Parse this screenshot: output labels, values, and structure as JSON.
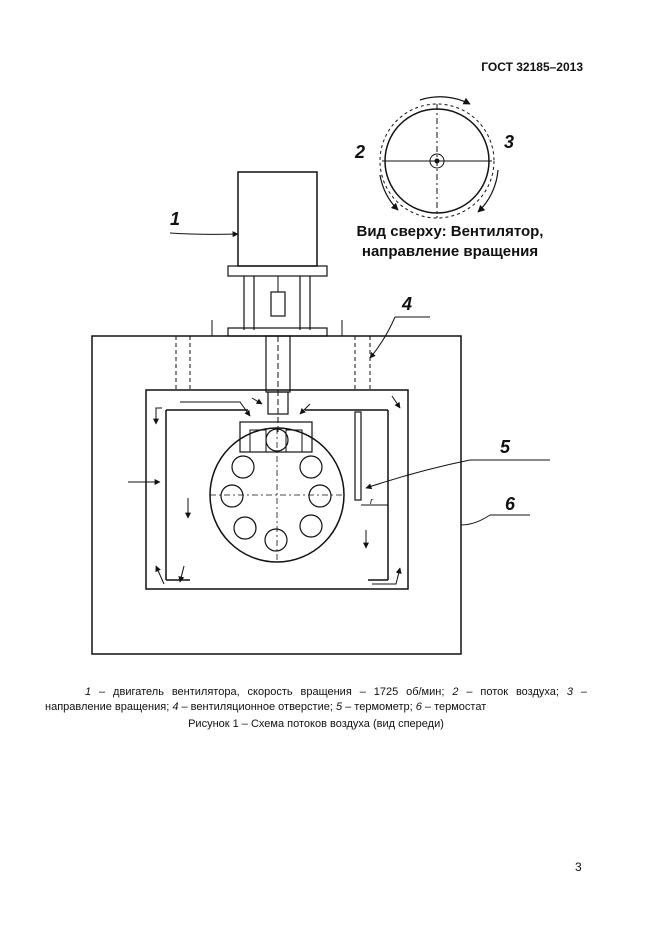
{
  "header": {
    "standard": "ГОСТ 32185–2013"
  },
  "figure": {
    "top_view_caption_line1": "Вид сверху: Вентилятор,",
    "top_view_caption_line2": "направление вращения",
    "labels": [
      "1",
      "2",
      "3",
      "4",
      "5",
      "6"
    ],
    "dimension_label": "r"
  },
  "caption": {
    "items": [
      {
        "num": "1",
        "text": " – двигатель вентилятора, скорость вращения – 1725 об/мин; "
      },
      {
        "num": "2",
        "text": " – поток воздуха; "
      },
      {
        "num": "3",
        "text": " – направление вращения; "
      },
      {
        "num": "4",
        "text": " – вентиляционное отверстие; "
      },
      {
        "num": "5",
        "text": " – термометр; "
      },
      {
        "num": "6",
        "text": " – термостат"
      }
    ],
    "figure_title": "Рисунок 1 – Схема потоков воздуха (вид спереди)"
  },
  "page_number": "3"
}
